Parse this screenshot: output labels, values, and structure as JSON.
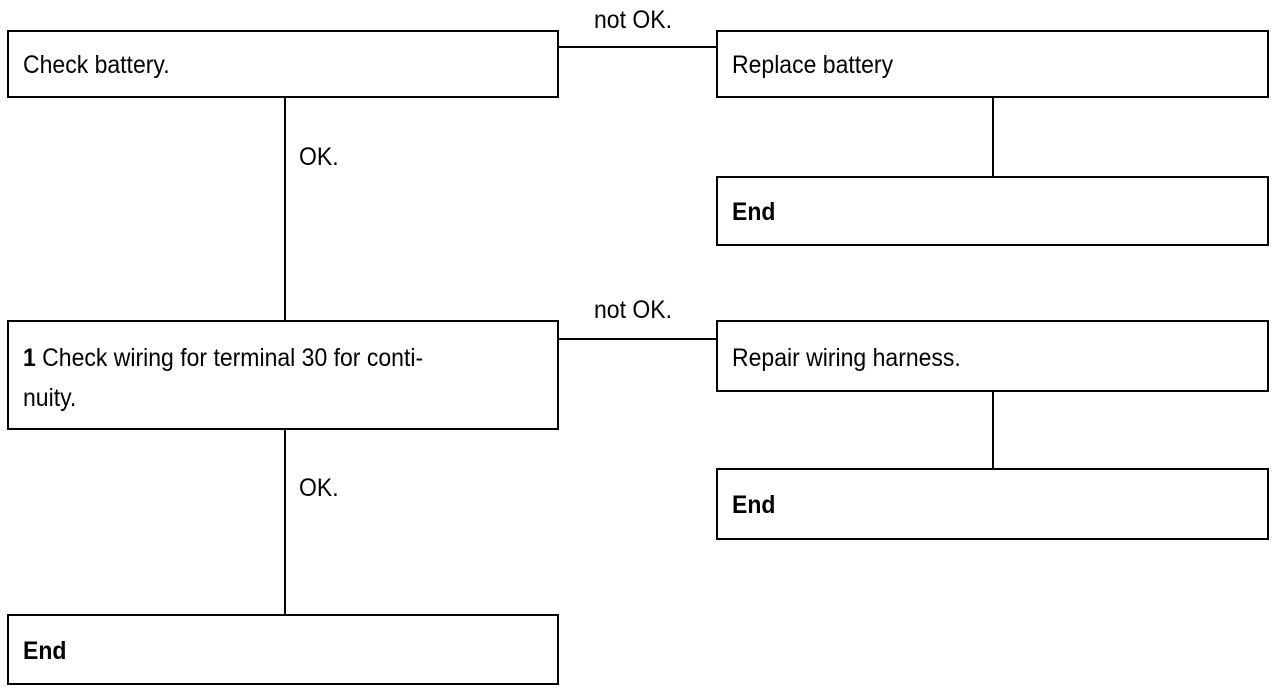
{
  "flowchart": {
    "step_check_battery": "Check battery.",
    "step_replace_battery": "Replace battery",
    "end_after_replace": "End",
    "step1_number": "1",
    "step1_text_line1": " Check wiring for terminal 30 for conti-",
    "step1_text_line2": "nuity.",
    "step_repair_harness": "Repair wiring harness.",
    "end_after_repair": "End",
    "end_final": "End",
    "label_not_ok_1": "not OK.",
    "label_ok_1": "OK.",
    "label_not_ok_2": "not OK.",
    "label_ok_2": "OK."
  },
  "colors": {
    "line": "#000000",
    "background": "#ffffff"
  }
}
